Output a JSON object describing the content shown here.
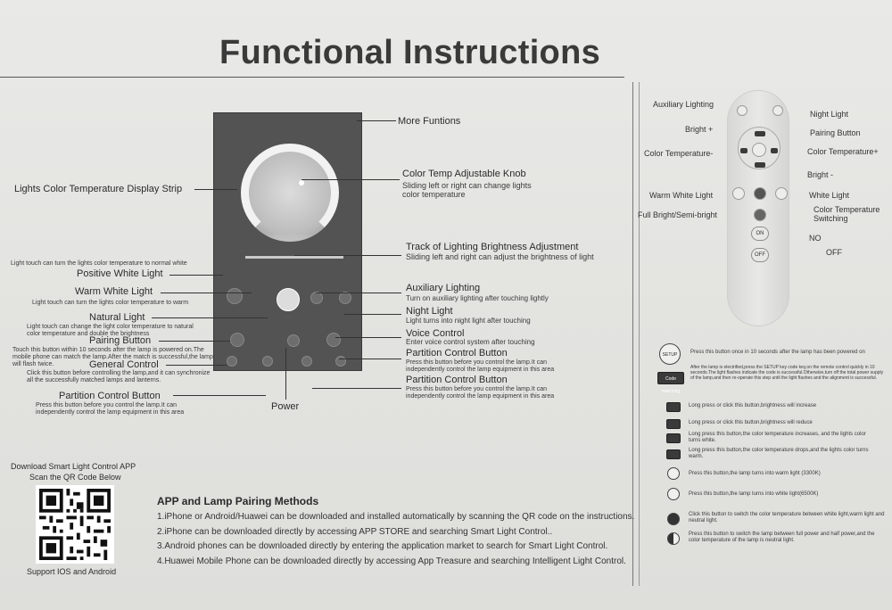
{
  "title": "Functional Instructions",
  "phone_labels": {
    "more": "More Funtions",
    "knob_title": "Color Temp Adjustable Knob",
    "knob_desc": "Sliding left or right can change lights color temperature",
    "strip": "Lights Color Temperature Display Strip",
    "track_title": "Track of Lighting Brightness Adjustment",
    "track_desc": "Sliding left and right can adjust the brightness of light",
    "positive_note": "Light touch can turn the lights color temperature to normal white",
    "positive": "Positive White Light",
    "warm": "Warm White Light",
    "warm_desc": "Light touch can turn the lights color temperature to warm",
    "natural": "Natural Light",
    "natural_desc": "Light touch can change the light color temperature to natural color temperature and double the brightness",
    "pairing": "Pairing Button",
    "pairing_desc": "Touch this button within 10 seconds after the lamp is powered on.The mobile phone can match the lamp.After the match is successful,the lamp will flash twice.",
    "general": "General Control",
    "general_desc": "Click this button before controlling the lamp,and it can synchronize all the successfully matched lamps and lanterns.",
    "partition_left": "Partition Control Button",
    "partition_left_desc": "Press this button before you control the lamp.It can independently control the lamp equipment in this area",
    "aux": "Auxiliary Lighting",
    "aux_desc": "Turn on auxiliary lighting after touching lightly",
    "night": "Night Light",
    "night_desc": "Light turns into night light after touching",
    "voice": "Voice Control",
    "voice_desc": "Enter voice control system after touching",
    "partition1": "Partition Control Button",
    "partition1_desc": "Press this button before you control the lamp.It can independently control the lamp equipment in this area",
    "partition2": "Partition Control Button",
    "partition2_desc": "Press this button before you control the lamp.It can independently control the lamp equipment in this area",
    "power": "Power"
  },
  "remote_labels": {
    "aux": "Auxiliary Lighting",
    "night": "Night Light",
    "bright_plus": "Bright +",
    "pairing": "Pairing Button",
    "ct_minus": "Color Temperature-",
    "ct_plus": "Color Temperature+",
    "bright_minus": "Bright -",
    "warm": "Warm White Light",
    "white": "White Light",
    "ct_switch": "Color Temperature Switching",
    "full": "Full Bright/Semi-bright",
    "no": "NO",
    "off": "OFF",
    "on_key": "ON",
    "off_key": "OFF"
  },
  "legend": {
    "setup_key": "SETUP",
    "setup": "Press this button once in 10 seconds after the lamp has been powered on",
    "code_key": "Code matching",
    "code": "After the lamp is electrified,press the SETUP key code key,on the remote control quickly in 10 seconds.The light flashes indicate the code is successful.Otherwise,turn off the total power supply of the lamp,and then re-operate this step until the light flashes and the alignment is successful.",
    "b_up": "Long press or click this button,brightness will increase",
    "b_down": "Long press or click this button,brightness will reduce",
    "ct_up": "Long press this button,the color temperature increases, and the lights color turns white.",
    "ct_down": "Long press this button,the color temperature drops,and the lights color turns warm.",
    "warm": "Press this button,the lamp turns into warm light (3300K)",
    "white": "Press this button,the lamp turns into white light(6500K)",
    "switch": "Click this button to switch the color temperature between white light,warm light and neutral light.",
    "half": "Press this button to switch the lamp between full power and half power,and the color temperature of the lamp is neutral light."
  },
  "qr": {
    "line1": "Download Smart Light Control APP",
    "line2": "Scan the QR Code Below",
    "support": "Support IOS and Android"
  },
  "pairing_methods": {
    "title": "APP and Lamp Pairing Methods",
    "items": [
      "1.iPhone or Android/Huawei can be downloaded and installed automatically by scanning the QR code on the instructions.",
      "2.iPhone can be downloaded directly by accessing APP STORE and searching Smart Light Control..",
      "3.Android phones can be downloaded directly by entering the application market to search for Smart Light Control.",
      "4.Huawei Mobile Phone can be downloaded directly by accessing App Treasure and searching Intelligent Light Control."
    ]
  }
}
